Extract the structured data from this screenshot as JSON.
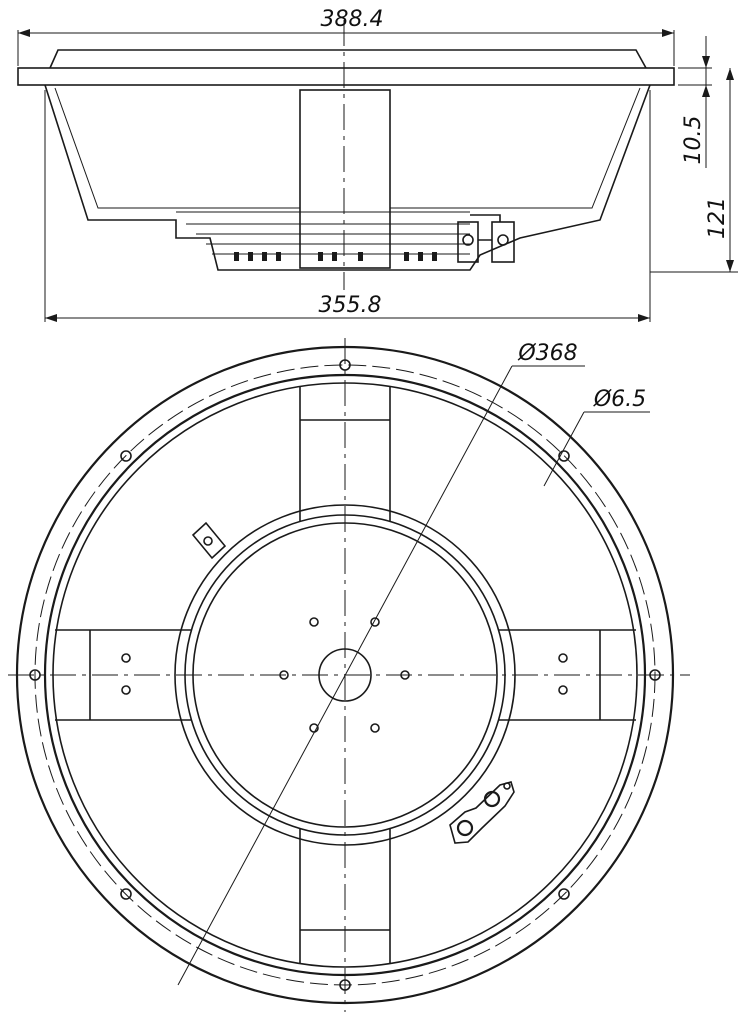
{
  "drawing": {
    "side_view": {
      "top_width": "388.4",
      "bottom_width": "355.8",
      "flange_height": "10.5",
      "total_height": "121"
    },
    "bottom_view": {
      "diameter": "Ø368",
      "hole_diameter": "Ø6.5"
    }
  },
  "colors": {
    "line": "#1a1a1a",
    "background": "#ffffff"
  }
}
